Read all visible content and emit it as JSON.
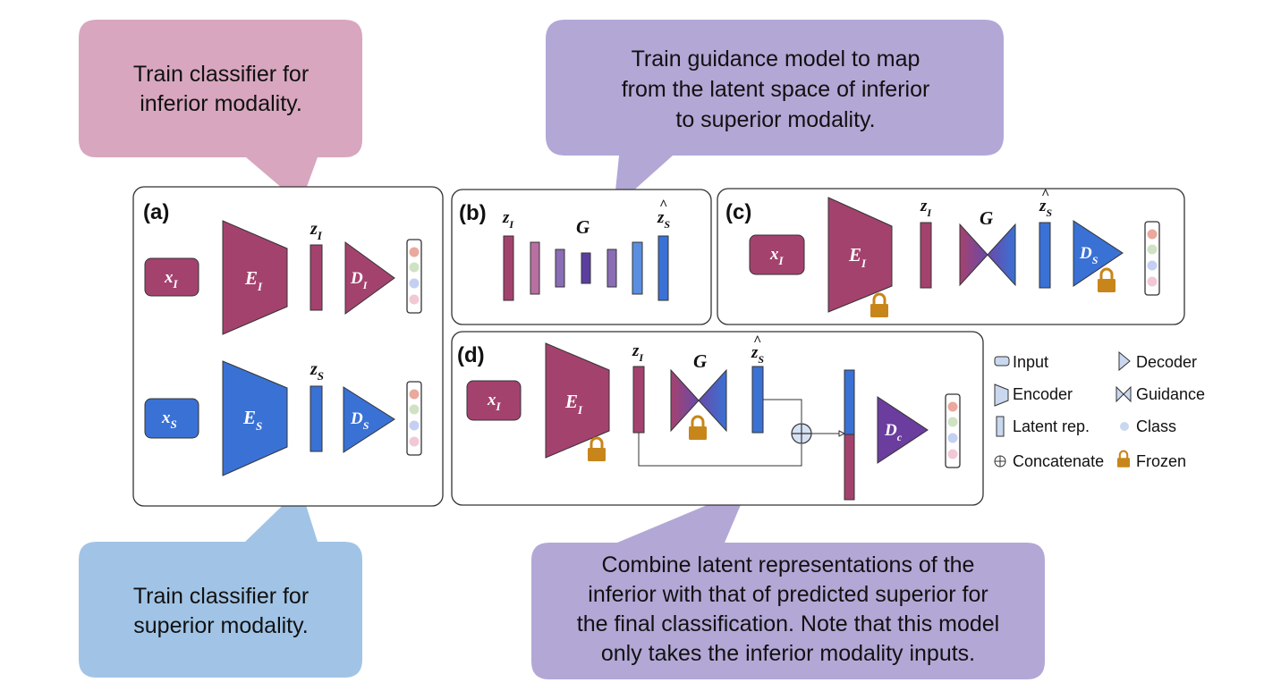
{
  "callouts": {
    "inferior_classifier": [
      "Train classifier for",
      "inferior modality."
    ],
    "superior_classifier": [
      "Train classifier for",
      "superior modality."
    ],
    "guidance": [
      "Train guidance model to map",
      "from the latent space of inferior",
      "to superior modality."
    ],
    "combine": [
      "Combine latent representations of the",
      "inferior with that of predicted superior for",
      "the final classification. Note that this model",
      "only takes the inferior modality inputs."
    ]
  },
  "panels": {
    "a": "(a)",
    "b": "(b)",
    "c": "(c)",
    "d": "(d)"
  },
  "symbols": {
    "x": "x",
    "E": "E",
    "D": "D",
    "z": "z",
    "G": "G",
    "sub_I": "I",
    "sub_S": "S",
    "sub_c": "c",
    "hat": "^"
  },
  "legend": {
    "input": "Input",
    "decoder": "Decoder",
    "encoder": "Encoder",
    "guidance": "Guidance",
    "latent": "Latent rep.",
    "class": "Class",
    "concatenate": "Concatenate",
    "frozen": "Frozen"
  },
  "colors": {
    "inferior": "#a4426e",
    "superior": "#3a71d4",
    "pink_callout": "#d8a6bf",
    "blue_callout": "#a1c4e6",
    "purple_callout": "#b3a7d6",
    "lock": "#c8851a",
    "decoder_combined": "#6b3d9e"
  }
}
